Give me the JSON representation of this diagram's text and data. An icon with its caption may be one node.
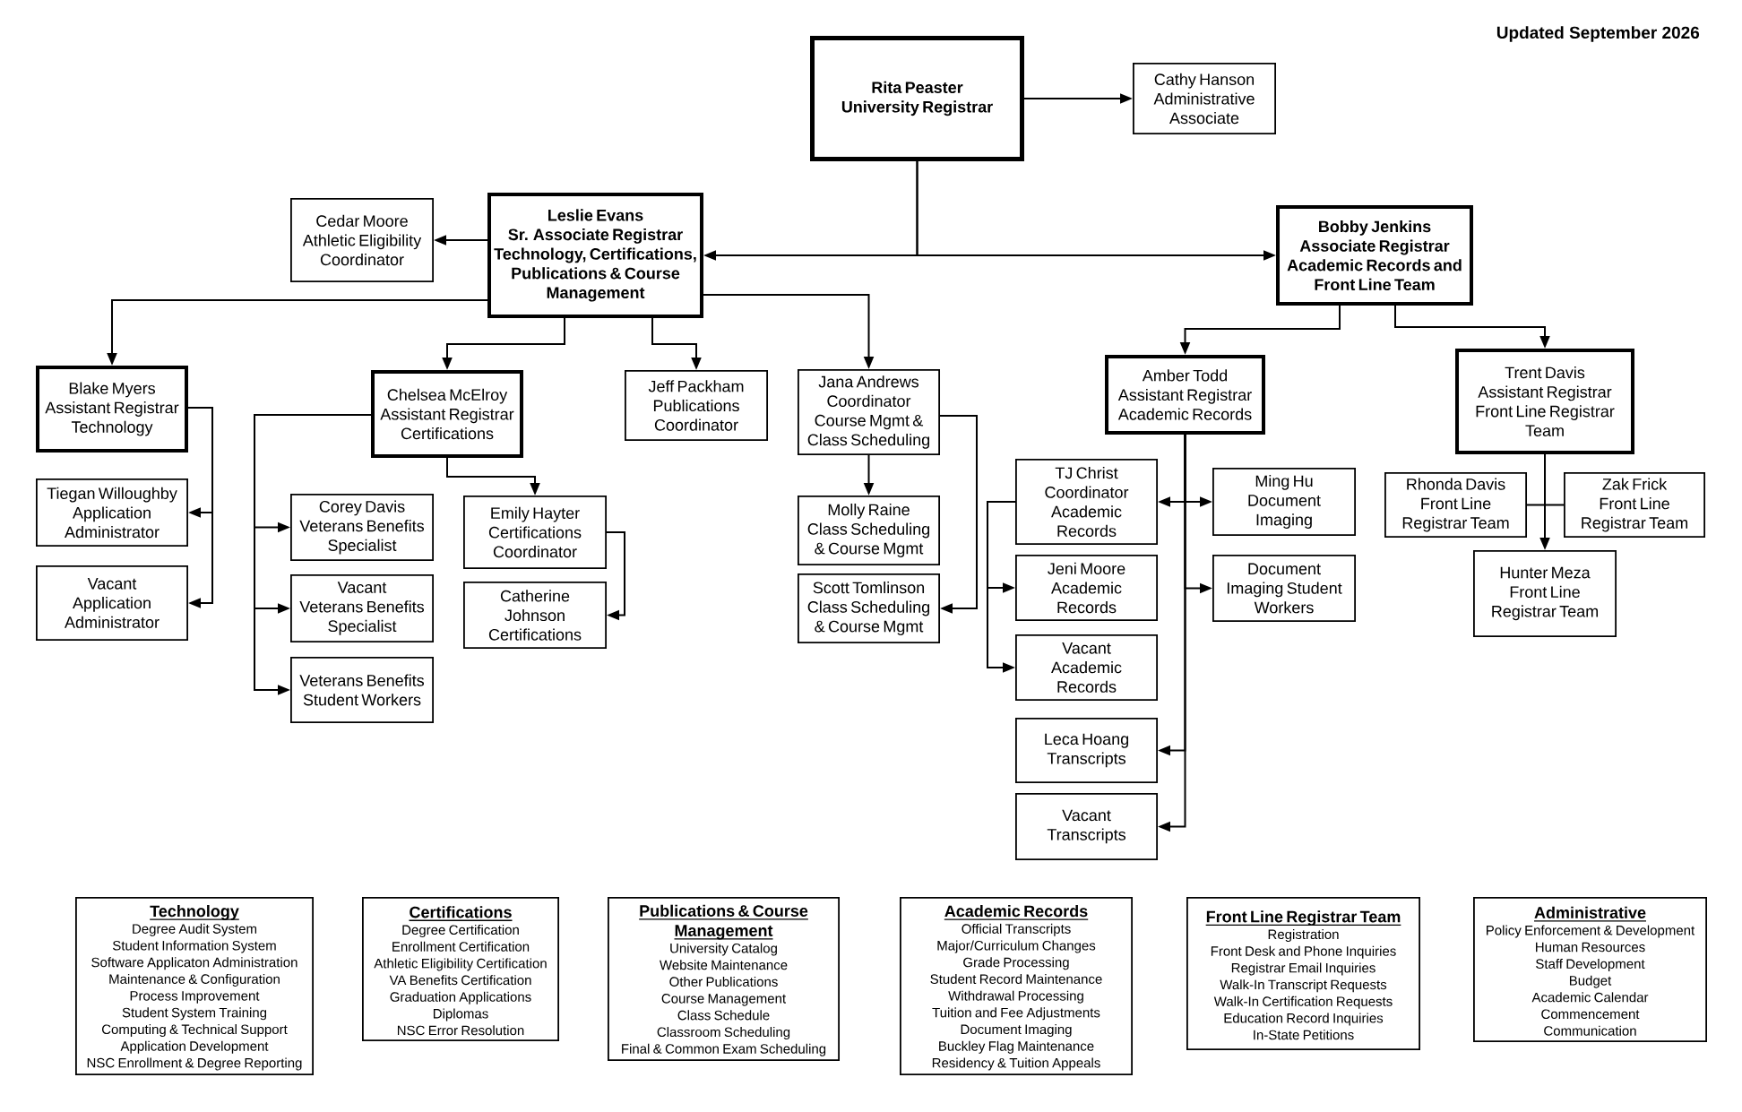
{
  "diagram": {
    "nodes": [
      {
        "text": [
          "Rita Peaster",
          "University Registrar"
        ]
      },
      {
        "text": [
          "Cathy Hanson",
          "Administrative Associate"
        ]
      },
      {
        "text": [
          "Cedar Moore",
          "Athletic Eligibility Coordinator"
        ]
      },
      {
        "text": [
          "Leslie Evans",
          "Sr. Associate Registrar",
          "Technology, Certifications, Publications & Course Management"
        ]
      },
      {
        "text": [
          "Bobby Jenkins",
          "Associate Registrar",
          "Academic Records and Front Line Team"
        ]
      },
      {
        "text": [
          "Blake Myers",
          "Assistant Registrar",
          "Technology"
        ]
      },
      {
        "text": [
          "Tiegan Willoughby",
          "Application Administrator"
        ]
      },
      {
        "text": [
          "Vacant",
          "Application Administrator"
        ]
      },
      {
        "text": [
          "Chelsea McElroy",
          "Assistant Registrar",
          "Certifications"
        ]
      },
      {
        "text": [
          "Corey Davis",
          "Veterans Benefits Specialist"
        ]
      },
      {
        "text": [
          "Vacant",
          "Veterans Benefits Specialist"
        ]
      },
      {
        "text": [
          "Veterans Benefits Student Workers"
        ]
      },
      {
        "text": [
          "Emily Hayter",
          "Certifications Coordinator"
        ]
      },
      {
        "text": [
          "Catherine Johnson",
          "Certifications"
        ]
      },
      {
        "text": [
          "Jeff Packham",
          "Publications Coordinator"
        ]
      },
      {
        "text": [
          "Jana Andrews",
          "Coordinator",
          "Course Mgmt & Class Scheduling"
        ]
      },
      {
        "text": [
          "Molly Raine",
          "Class Scheduling & Course Mgmt"
        ]
      },
      {
        "text": [
          "Scott Tomlinson",
          "Class Scheduling & Course Mgmt"
        ]
      },
      {
        "text": [
          "Amber Todd",
          "Assistant Registrar",
          "Academic Records"
        ]
      },
      {
        "text": [
          "TJ Christ",
          "Coordinator",
          "Academic Records"
        ]
      },
      {
        "text": [
          "Jeni Moore",
          "Academic Records"
        ]
      },
      {
        "text": [
          "Vacant",
          "Academic Records"
        ]
      },
      {
        "text": [
          "Leca Hoang",
          "Transcripts"
        ]
      },
      {
        "text": [
          "Vacant",
          "Transcripts"
        ]
      },
      {
        "text": [
          "Ming Hu",
          "Document Imaging"
        ]
      },
      {
        "text": [
          "Document Imaging Student Workers"
        ]
      },
      {
        "text": [
          "Trent Davis",
          "Assistant Registrar",
          "Front Line Registrar Team"
        ]
      },
      {
        "text": [
          "Rhonda Davis",
          "Front Line Registrar Team"
        ]
      },
      {
        "text": [
          "Zak Frick",
          "Front Line Registrar Team"
        ]
      },
      {
        "text": [
          "Hunter Meza",
          "Front Line Registrar Team"
        ]
      },
      {
        "text": [
          "Technology",
          "Degree Audit System",
          "Student Information System",
          "Software Applicaton Administration",
          "Maintenance & Configuration",
          "Process Improvement",
          "Student System Training",
          "Computing & Technical Support",
          "Application Development",
          "NSC Enrollment & Degree Reporting"
        ]
      },
      {
        "text": [
          "Certifications",
          "Degree Certification",
          "Enrollment Certification",
          "Athletic Eligibility Certification",
          "VA Benefits Certification",
          "Graduation Applications",
          "Diplomas",
          "NSC Error Resolution"
        ]
      },
      {
        "text": [
          "Publications & Course Management",
          "University Catalog",
          "Website Maintenance",
          "Other Publications",
          "Course Management",
          "Class Schedule",
          "Classroom Scheduling",
          "Final & Common Exam Scheduling"
        ]
      },
      {
        "text": [
          "Academic Records",
          "Official Transcripts",
          "Major/Curriculum Changes",
          "Grade Processing",
          "Student Record Maintenance",
          "Withdrawal Processing",
          "Tuition and Fee Adjustments",
          "Document Imaging",
          "Buckley Flag Maintenance",
          "Residency & Tuition Appeals"
        ]
      },
      {
        "text": [
          "Front Line Registrar Team",
          "Registration",
          "Front Desk and Phone Inquiries",
          "Registrar Email Inquiries",
          "Walk-In Transcript Requests",
          "Walk-In Certification Requests",
          "Education Record Inquiries",
          "In-State Petitions"
        ]
      },
      {
        "text": [
          "Administrative",
          "Policy Enforcement & Development",
          "Human Resources",
          "Staff Development",
          "Budget",
          "Academic Calendar",
          "Commencement",
          "Communication"
        ]
      }
    ],
    "edges": [
      {
        "from": 0,
        "to": 1,
        "arrow": "to"
      },
      {
        "from": 0,
        "to": 3,
        "arrow": "to"
      },
      {
        "from": 0,
        "to": 4,
        "arrow": "to"
      },
      {
        "from": 3,
        "to": 2,
        "arrow": "to"
      },
      {
        "from": 3,
        "to": 5,
        "arrow": "to"
      },
      {
        "from": 3,
        "to": 8,
        "arrow": "to"
      },
      {
        "from": 3,
        "to": 14,
        "arrow": "to"
      },
      {
        "from": 3,
        "to": 15,
        "arrow": "to"
      },
      {
        "from": 5,
        "to": 6,
        "arrow": "to"
      },
      {
        "from": 5,
        "to": 7,
        "arrow": "to"
      },
      {
        "from": 8,
        "to": 9,
        "arrow": "to"
      },
      {
        "from": 8,
        "to": 10,
        "arrow": "to"
      },
      {
        "from": 8,
        "to": 11,
        "arrow": "to"
      },
      {
        "from": 8,
        "to": 12,
        "arrow": "to"
      },
      {
        "from": 12,
        "to": 13,
        "arrow": "to"
      },
      {
        "from": 15,
        "to": 16,
        "arrow": "to"
      },
      {
        "from": 15,
        "to": 17,
        "arrow": "to"
      },
      {
        "from": 4,
        "to": 18,
        "arrow": "to"
      },
      {
        "from": 4,
        "to": 26,
        "arrow": "to"
      },
      {
        "from": 18,
        "to": 19,
        "arrow": "to"
      },
      {
        "from": 18,
        "to": 24,
        "arrow": "to"
      },
      {
        "from": 18,
        "to": 25,
        "arrow": "to"
      },
      {
        "from": 18,
        "to": 22,
        "arrow": "to"
      },
      {
        "from": 18,
        "to": 23,
        "arrow": "to"
      },
      {
        "from": 19,
        "to": 20,
        "arrow": "to"
      },
      {
        "from": 19,
        "to": 21,
        "arrow": "to"
      },
      {
        "from": 26,
        "to": 27,
        "arrow": "none"
      },
      {
        "from": 26,
        "to": 28,
        "arrow": "none"
      },
      {
        "from": 26,
        "to": 29,
        "arrow": "to"
      }
    ],
    "labels": [
      "Updated September 2026"
    ]
  }
}
